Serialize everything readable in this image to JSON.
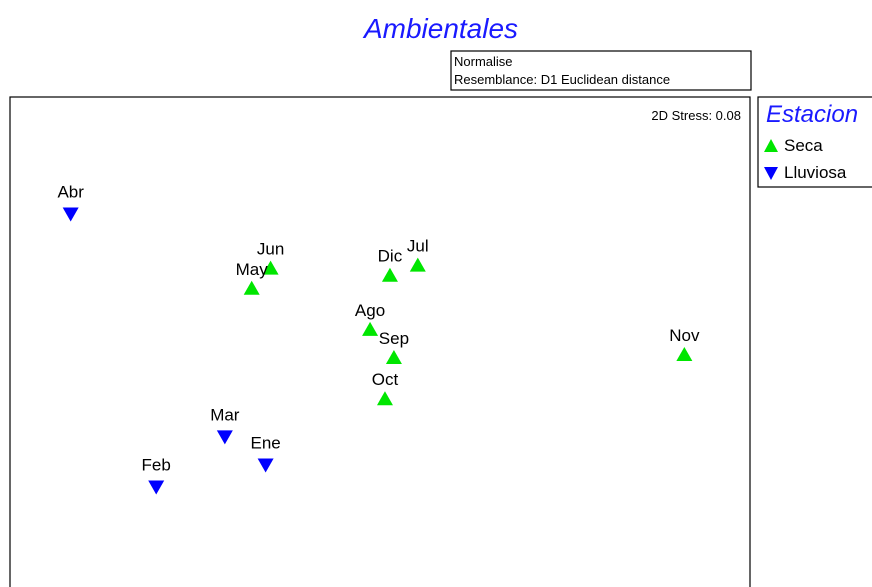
{
  "chart_data": {
    "type": "scatter",
    "title": "Ambientales",
    "annotation_lines": [
      "Normalise",
      "Resemblance: D1 Euclidean distance"
    ],
    "stress_label": "2D Stress: 0.08",
    "legend": {
      "title": "Estacion",
      "placement": "right",
      "entries": [
        {
          "name": "Seca",
          "color": "#00e600",
          "marker": "triangle-up"
        },
        {
          "name": "Lluviosa",
          "color": "#0000ff",
          "marker": "triangle-down"
        }
      ]
    },
    "axes": {
      "x_visible": false,
      "y_visible": false,
      "grid": false,
      "xlim": [
        0,
        744
      ],
      "ylim": [
        -498,
        0
      ]
    },
    "series": [
      {
        "name": "Seca",
        "color": "#00e600",
        "marker": "triangle-up",
        "points": [
          {
            "label": "Jun",
            "x": 262,
            "y": -171
          },
          {
            "label": "May",
            "x": 243,
            "y": -191
          },
          {
            "label": "Dic",
            "x": 382,
            "y": -178
          },
          {
            "label": "Jul",
            "x": 410,
            "y": -168
          },
          {
            "label": "Ago",
            "x": 362,
            "y": -232
          },
          {
            "label": "Sep",
            "x": 386,
            "y": -260
          },
          {
            "label": "Oct",
            "x": 377,
            "y": -301
          },
          {
            "label": "Nov",
            "x": 678,
            "y": -257
          }
        ]
      },
      {
        "name": "Lluviosa",
        "color": "#0000ff",
        "marker": "triangle-down",
        "points": [
          {
            "label": "Abr",
            "x": 61,
            "y": -116
          },
          {
            "label": "Mar",
            "x": 216,
            "y": -338
          },
          {
            "label": "Ene",
            "x": 257,
            "y": -366
          },
          {
            "label": "Feb",
            "x": 147,
            "y": -388
          }
        ]
      }
    ]
  }
}
